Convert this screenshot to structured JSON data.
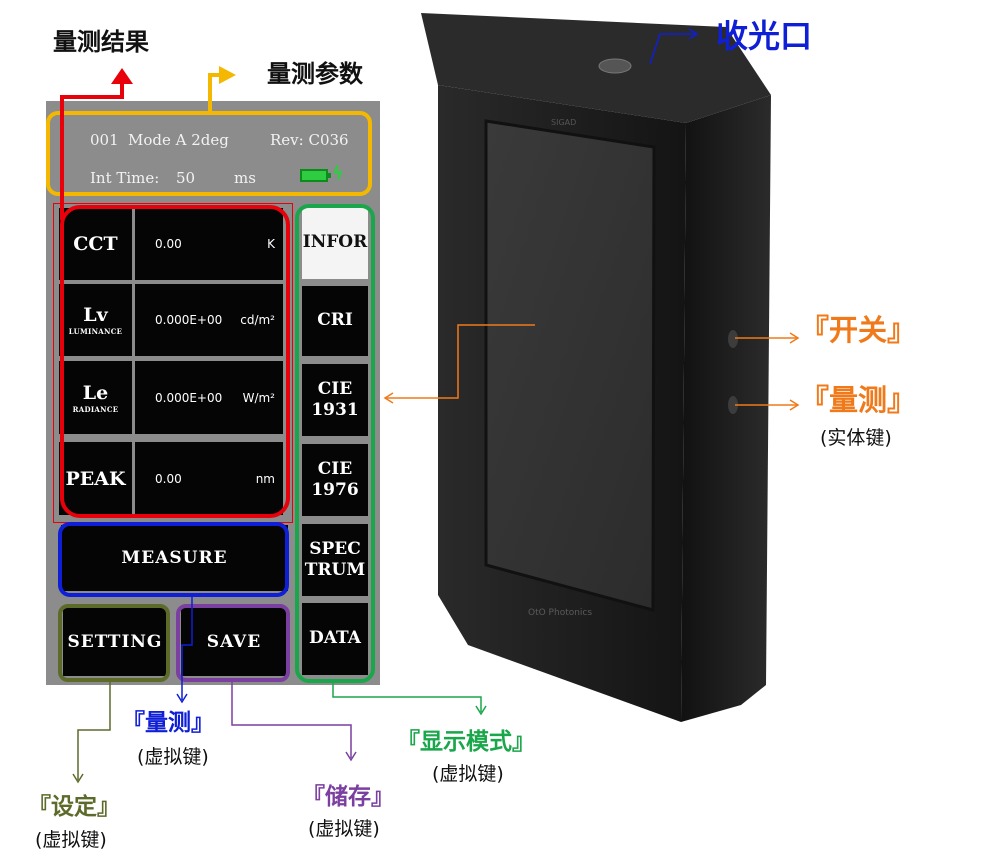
{
  "callouts": {
    "result": "量测结果",
    "params": "量测参数",
    "port": "收光口",
    "switch": "『开关』",
    "measure_hw": "『量测』",
    "measure_hw_sub": "(实体键)",
    "measure_sw": "『量测』",
    "measure_sw_sub": "(虚拟键)",
    "display_mode": "『显示模式』",
    "display_mode_sub": "(虚拟键)",
    "save": "『储存』",
    "save_sub": "(虚拟键)",
    "setting": "『设定』",
    "setting_sub": "(虚拟键)"
  },
  "screen": {
    "header": {
      "index": "001",
      "mode": "Mode A 2deg",
      "rev": "Rev: C036",
      "int_time_label": "Int Time:",
      "int_time_value": "50",
      "int_time_unit": "ms"
    },
    "rows": [
      {
        "label": "CCT",
        "sublabel": "",
        "value": "0.00",
        "unit": "K"
      },
      {
        "label": "Lv",
        "sublabel": "LUMINANCE",
        "value": "0.000E+00",
        "unit": "cd/m²"
      },
      {
        "label": "Le",
        "sublabel": "RADIANCE",
        "value": "0.000E+00",
        "unit": "W/m²"
      },
      {
        "label": "PEAK",
        "sublabel": "",
        "value": "0.00",
        "unit": "nm"
      }
    ],
    "tabs": [
      "INFOR",
      "CRI",
      "CIE\n1931",
      "CIE\n1976",
      "SPEC\nTRUM",
      "DATA"
    ],
    "active_tab": "INFOR",
    "measure_button": "MEASURE",
    "setting_button": "SETTING",
    "save_button": "SAVE"
  },
  "device": {
    "top_label": "SIGAD",
    "brand_label": "OtO Photonics"
  },
  "colors": {
    "result": "#e8000b",
    "params": "#f5b800",
    "display_mode": "#1aa64a",
    "measure": "#0f1fd6",
    "save": "#7b3fa0",
    "setting": "#5c6b2a",
    "switch": "#f07a1a"
  }
}
